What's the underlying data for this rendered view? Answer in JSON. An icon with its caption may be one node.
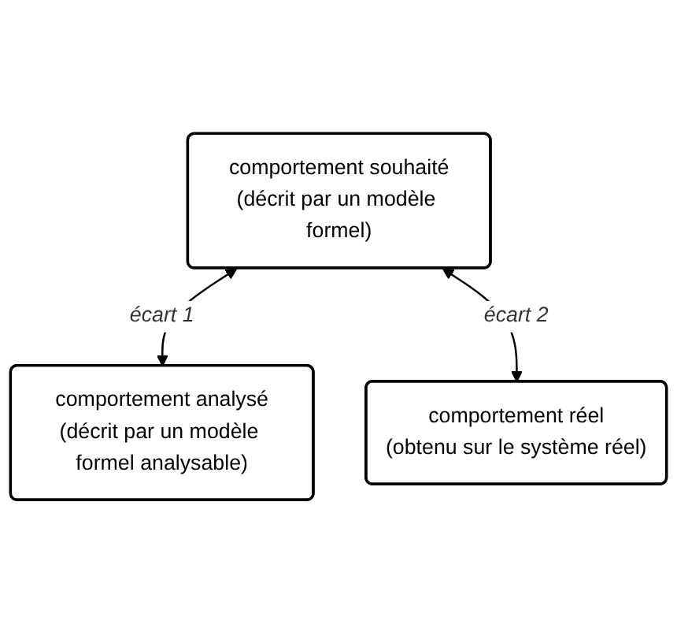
{
  "diagram": {
    "nodes": [
      {
        "text": [
          "comportement souhaité",
          "(décrit par un modèle formel)"
        ]
      },
      {
        "text": [
          "comportement analysé",
          "(décrit par un modèle formel analysable)"
        ]
      },
      {
        "text": [
          "comportement réel",
          "(obtenu sur le système réel)"
        ]
      }
    ],
    "edges": [
      {
        "from": 0,
        "to": 1,
        "arrow": "both",
        "label": "écart 1"
      },
      {
        "from": 0,
        "to": 2,
        "arrow": "both",
        "label": "écart 2"
      }
    ]
  }
}
